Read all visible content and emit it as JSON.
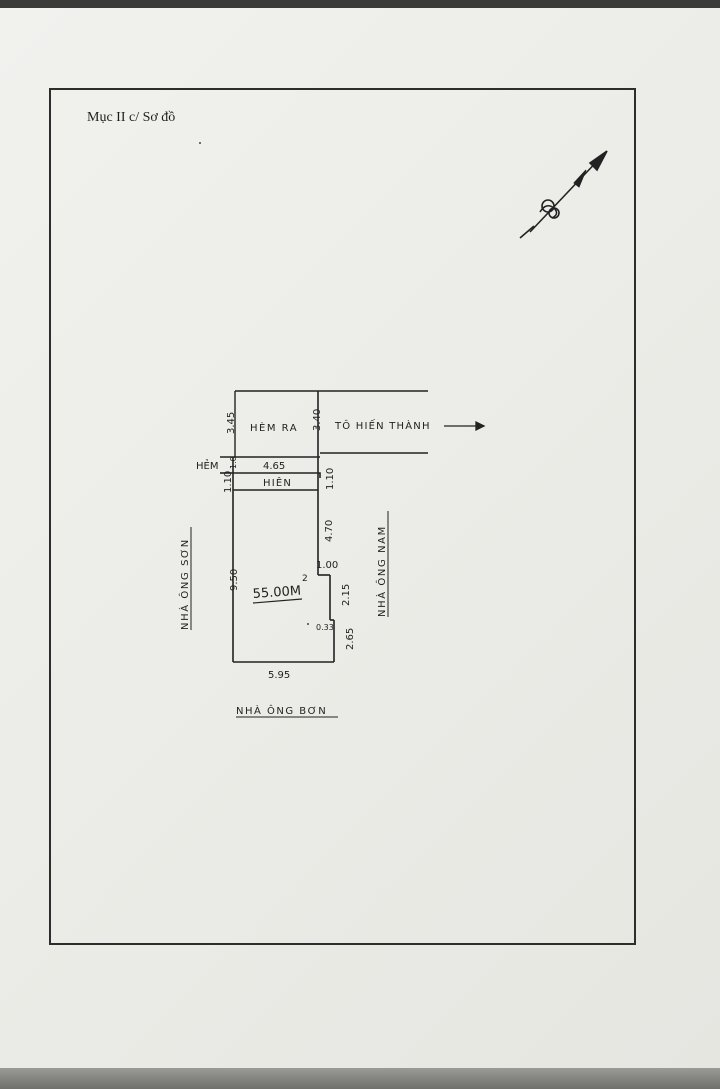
{
  "heading": "Mục II c/ Sơ đồ",
  "north_symbol": "north-arrow",
  "labels": {
    "alley_exit": "HÈM RA",
    "street": "TÔ HIẾN THÀNH",
    "alley": "HẺM",
    "porch": "HIÊN",
    "area": "55.00M",
    "area_sup": "2",
    "neighbor_left": "NHÀ ÔNG SƠN",
    "neighbor_right": "NHÀ ÔNG NAM",
    "neighbor_bottom": "NHÀ ÔNG BƠN"
  },
  "dimensions": {
    "d345": "3.45",
    "d340": "3.40",
    "d465": "4.65",
    "d110_left": "1.10",
    "d110_right": "1.10",
    "d_small": "1.0",
    "d470": "4.70",
    "d100": "1.00",
    "d950": "9.50",
    "d215": "2.15",
    "d033": "0.33",
    "d265": "2.65",
    "d595": "5.95"
  }
}
